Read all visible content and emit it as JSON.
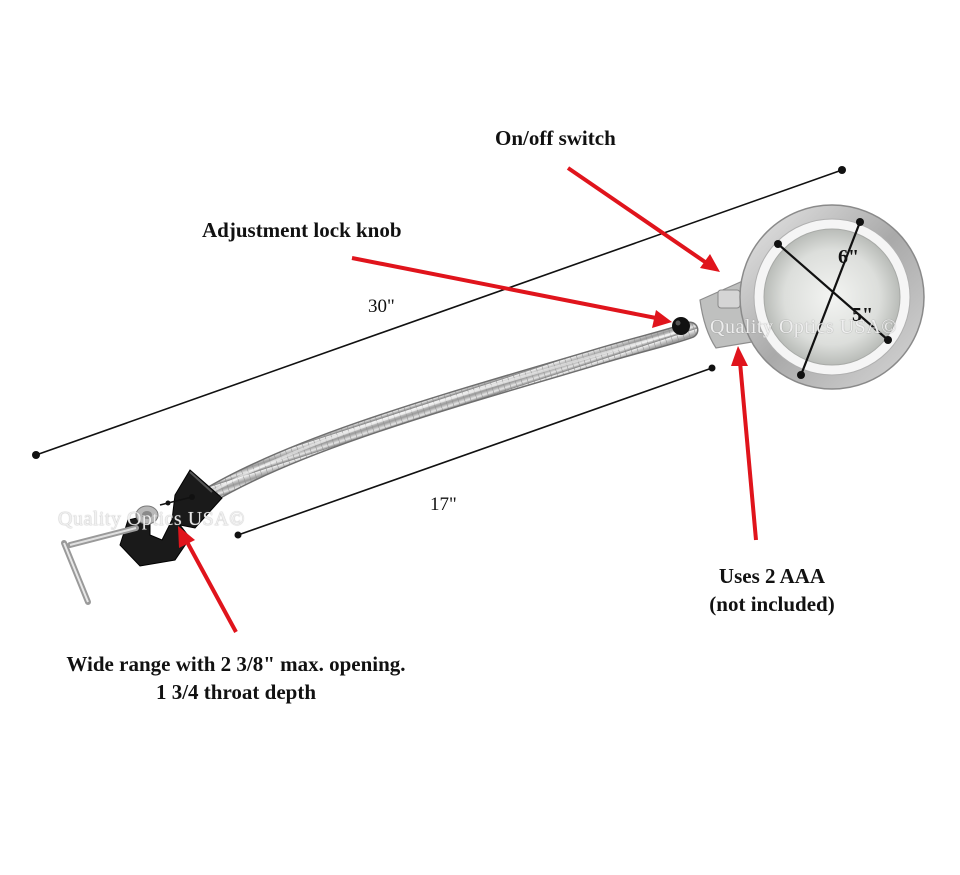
{
  "callouts": {
    "switch": "On/off switch",
    "lock_knob": "Adjustment lock knob",
    "batteries_line1": "Uses 2 AAA",
    "batteries_line2": "(not included)",
    "clamp_line1": "Wide range with 2 3/8\" max. opening.",
    "clamp_line2": "1 3/4 throat depth"
  },
  "dimensions": {
    "overall_length": "30\"",
    "arm_length": "17\"",
    "lens_diameter": "6\"",
    "lens_inner": "5\""
  },
  "watermark": {
    "text_lens": "Quality Optics USA©",
    "text_clamp": "Quality Optics USA©"
  },
  "colors": {
    "arrow": "#e0141c",
    "dimension_line": "#111111",
    "clamp": "#1a1a1a",
    "chrome": "#c8c8c8",
    "lens": "#e6e8e6"
  }
}
